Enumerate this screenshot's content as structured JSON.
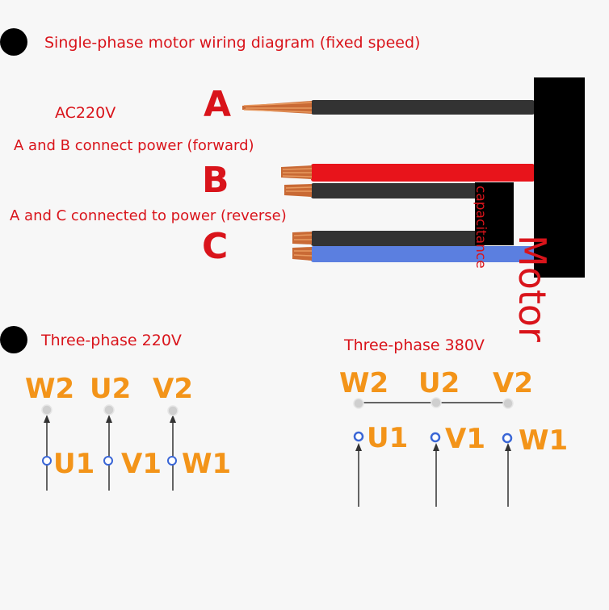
{
  "single_phase": {
    "title": "Single-phase motor wiring diagram (fixed speed)",
    "voltage": "AC220V",
    "forward_note": "A and B connect power (forward)",
    "reverse_note": "A and C connected to power (reverse)",
    "wire_a": "A",
    "wire_b": "B",
    "wire_c": "C",
    "motor": "Motor",
    "capacitor": "capacitance"
  },
  "three_phase_220": {
    "title": "Three-phase 220V",
    "top": [
      "W2",
      "U2",
      "V2"
    ],
    "bottom": [
      "U1",
      "V1",
      "W1"
    ]
  },
  "three_phase_380": {
    "title": "Three-phase 380V",
    "top": [
      "W2",
      "U2",
      "V2"
    ],
    "bottom": [
      "U1",
      "V1",
      "W1"
    ]
  },
  "colors": {
    "label_red": "#d9141b",
    "terminal_orange": "#f39419",
    "wire_red": "#e8141b",
    "wire_black": "#333333",
    "wire_blue": "#5b7fe0",
    "copper": "#c96a35",
    "node_grey": "#cfcfcf",
    "node_blue": "#3a66d6"
  }
}
